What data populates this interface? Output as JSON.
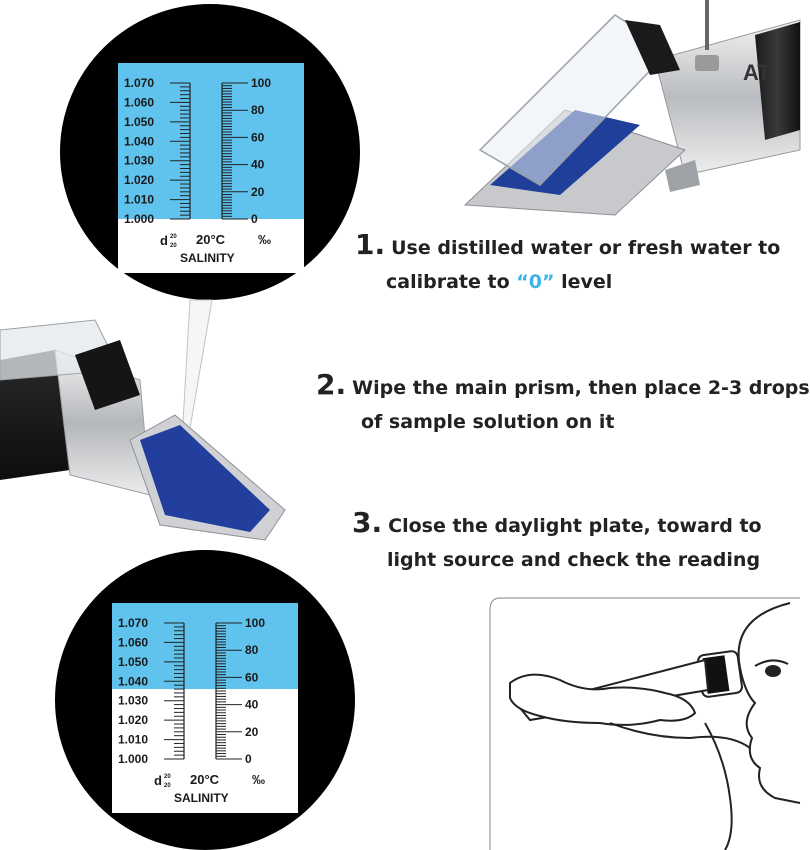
{
  "scale": {
    "density_labels": [
      "1.070",
      "1.060",
      "1.050",
      "1.040",
      "1.030",
      "1.020",
      "1.010",
      "1.000"
    ],
    "salinity_labels": [
      "100",
      "80",
      "60",
      "40",
      "20",
      "0"
    ],
    "density_symbol": "d",
    "density_sup": "20",
    "density_sub": "20",
    "temperature": "20°C",
    "unit": "‰",
    "name": "SALINITY"
  },
  "scope_top": {
    "boundary_density": 1.0
  },
  "scope_bottom": {
    "boundary_density": 1.036
  },
  "brand_fragment": "AT",
  "colors": {
    "scale_blue": "#5fc3ee",
    "accent_blue": "#3fb2e8"
  },
  "steps": [
    {
      "number": "1.",
      "line1": "Use distilled water or fresh water to",
      "line2_pre": "calibrate to ",
      "line2_hl": "“0”",
      "line2_post": " level"
    },
    {
      "number": "2.",
      "line1": "Wipe the main prism, then place 2-3 drops",
      "line2": "of sample solution on it"
    },
    {
      "number": "3.",
      "line1": "Close the daylight plate, toward to",
      "line2": "light source and check the reading"
    }
  ]
}
